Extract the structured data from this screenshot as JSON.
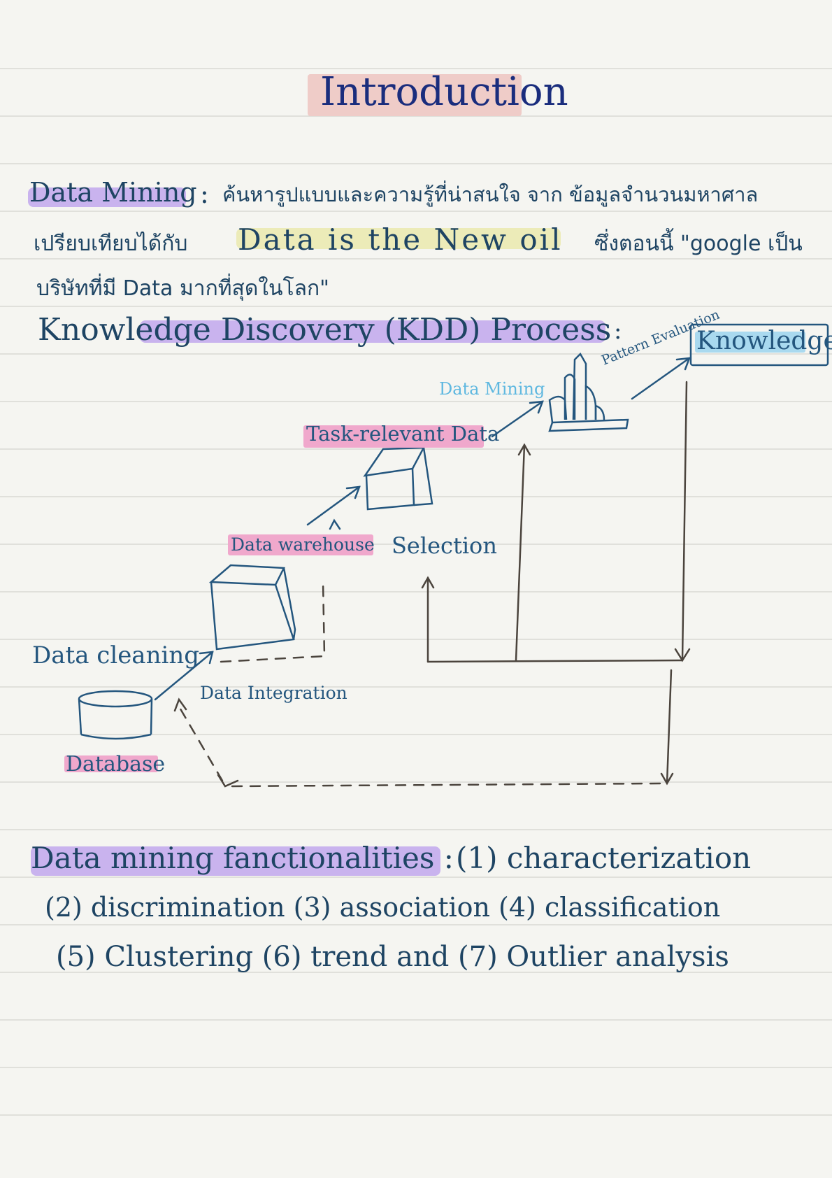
{
  "title": "Introduction",
  "section1": {
    "term": "Data Mining",
    "colon": ":",
    "definition": "ค้นหารูปแบบและความรู้ที่น่าสนใจ จาก ข้อมูลจำนวนมหาศาล",
    "line2_prefix": "เปรียบเทียบได้กับ",
    "slogan": "Data is the New oil",
    "line2_suffix": "ซึ่งตอนนี้ \"google เป็น",
    "line3": "บริษัทที่มี Data มากที่สุดในโลก\""
  },
  "kdd": {
    "heading": "Knowledge Discovery (KDD) Process",
    "colon": ":",
    "labels": {
      "knowledge": "Knowledge",
      "pattern_eval": "Pattern Evaluation",
      "data_mining": "Data Mining",
      "task_relevant": "Task-relevant Data",
      "selection": "Selection",
      "data_warehouse": "Data warehouse",
      "data_cleaning": "Data cleaning",
      "data_integration": "Data Integration",
      "database": "Database"
    }
  },
  "functionalities": {
    "heading": "Data mining fanctionalities :",
    "line1": "(1) characterization",
    "line2": "(2) discrimination   (3) association   (4) classification",
    "line3": "(5) Clustering   (6) trend   and   (7) Outlier analysis"
  },
  "colors": {
    "paper": "#f5f5f1",
    "rule": "#d9d9d4",
    "ink": "#1e4463",
    "title_ink": "#1a2d7d",
    "purple_highlight": "#c9b3ee",
    "yellow_highlight": "#ecebb8",
    "pink_highlight": "#f0a8cc",
    "title_highlight": "#efccc8",
    "blue_highlight": "#a9d9ef",
    "data_mining_label": "#5fb8e0",
    "arrow_brown": "#4b443d"
  }
}
